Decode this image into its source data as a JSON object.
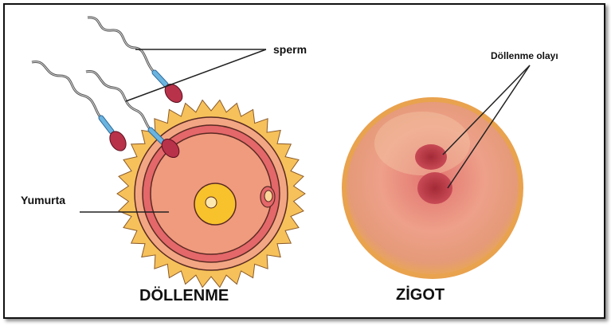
{
  "labels": {
    "sperm": "sperm",
    "egg": "Yumurta",
    "fertilization_event": "Döllenme olayı",
    "left_title": "DÖLLENME",
    "right_title": "ZİGOT"
  },
  "colors": {
    "corona": "#f6c15a",
    "egg_cytoplasm": "#f09a7e",
    "egg_membrane": "#e4676a",
    "nucleus": "#f7c22b",
    "sperm_head": "#b8324a",
    "sperm_midpiece": "#6bb4e0",
    "zygote": "#e88a7e"
  }
}
